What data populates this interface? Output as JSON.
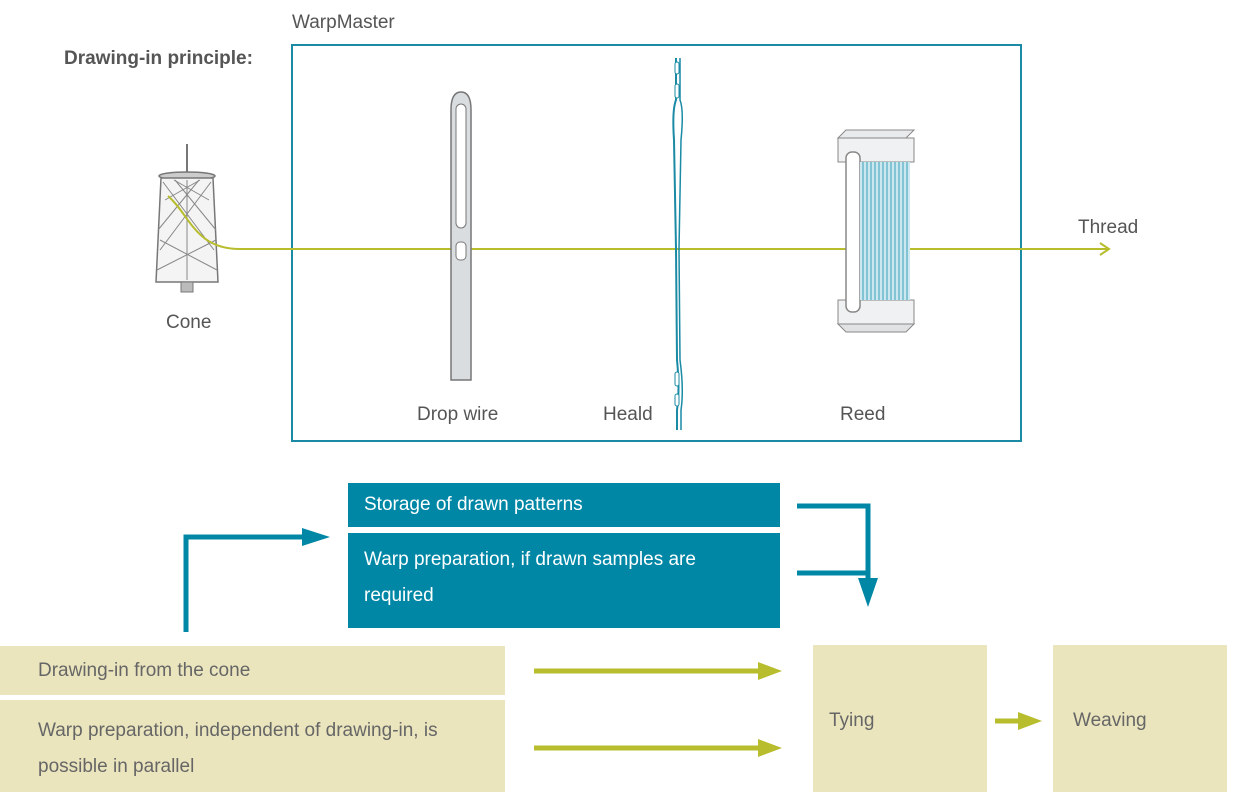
{
  "diagram": {
    "title": "WarpMaster",
    "principle_heading": "Drawing-in principle:",
    "components": {
      "cone": "Cone",
      "drop_wire": "Drop wire",
      "heald": "Heald",
      "reed": "Reed",
      "thread": "Thread"
    }
  },
  "flow": {
    "storage": "Storage of drawn patterns",
    "warp_prep_samples": "Warp preparation, if drawn samples are required",
    "drawing_in_cone": "Drawing-in from the cone",
    "warp_prep_parallel": "Warp preparation, independent of drawing-in, is possible in parallel",
    "tying": "Tying",
    "weaving": "Weaving"
  },
  "colors": {
    "teal": "#0087a6",
    "beige": "#ebe5be",
    "thread": "#b7bd2c",
    "text": "#555555"
  }
}
